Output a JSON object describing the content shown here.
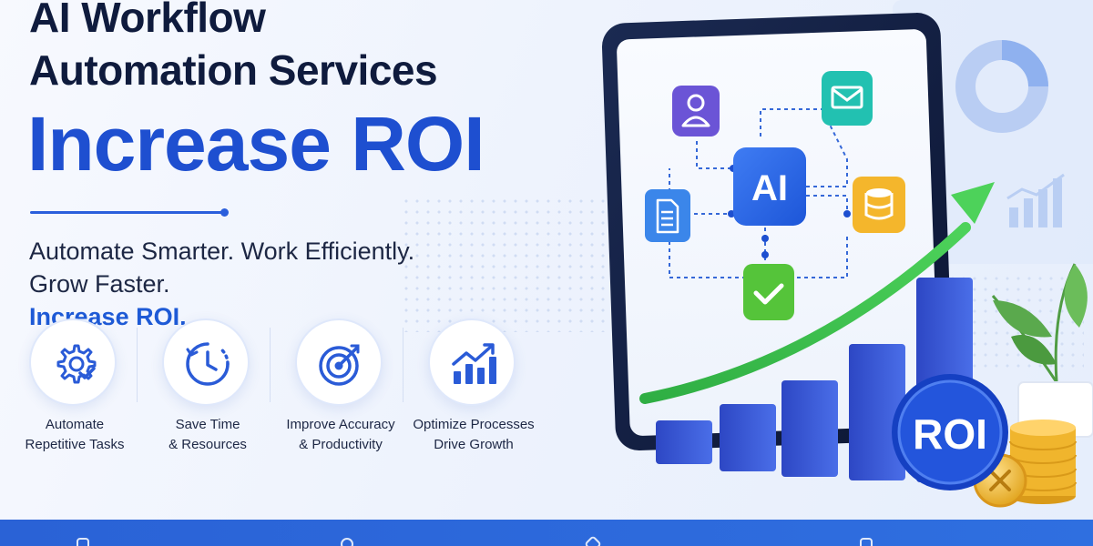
{
  "headline": {
    "line1": "AI Workflow",
    "line2": "Automation Services",
    "accent": "Increase ROI"
  },
  "tagline": {
    "line1": "Automate Smarter. Work Efficiently.",
    "line2_prefix": "Grow Faster. ",
    "line2_highlight": "Increase ROI."
  },
  "features": [
    {
      "icon": "gear-check-icon",
      "line1": "Automate",
      "line2": "Repetitive Tasks"
    },
    {
      "icon": "clock-icon",
      "line1": "Save Time",
      "line2": "& Resources"
    },
    {
      "icon": "target-icon",
      "line1": "Improve Accuracy",
      "line2": "& Productivity"
    },
    {
      "icon": "growth-chart-icon",
      "line1": "Optimize Processes",
      "line2": "Drive Growth"
    }
  ],
  "illustration": {
    "center_node": "AI",
    "badge": "ROI"
  },
  "colors": {
    "primary": "#1e4fd0",
    "dark_text": "#0f1b3d",
    "green_arrow": "#3fbf4a",
    "bar_blue": "#3556d6",
    "gold": "#f2b930"
  }
}
